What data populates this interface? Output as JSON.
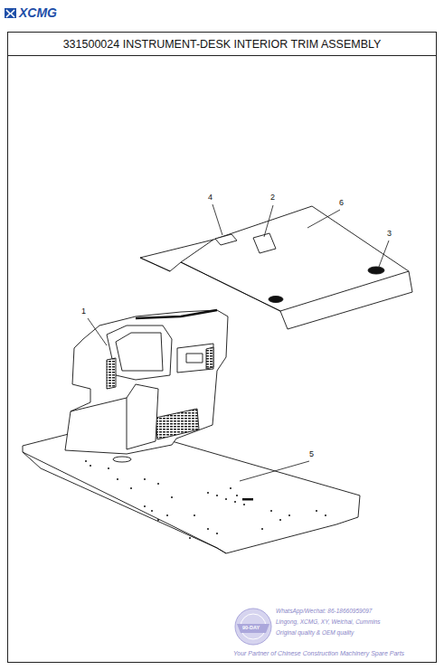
{
  "diagram": {
    "title": "331500024 INSTRUMENT-DESK INTERIOR TRIM ASSEMBLY",
    "labels": [
      "XCMG",
      "1",
      "2",
      "3",
      "4",
      "5",
      "6",
      "90-DAY",
      "WhatsApp/Wechat: 86-18660959097",
      "Lingong, XCMG, XY, Weichai, Cummins",
      "Original quality & OEM quality",
      "Your Partner of Chinese Construction Machinery Spare Parts"
    ]
  }
}
